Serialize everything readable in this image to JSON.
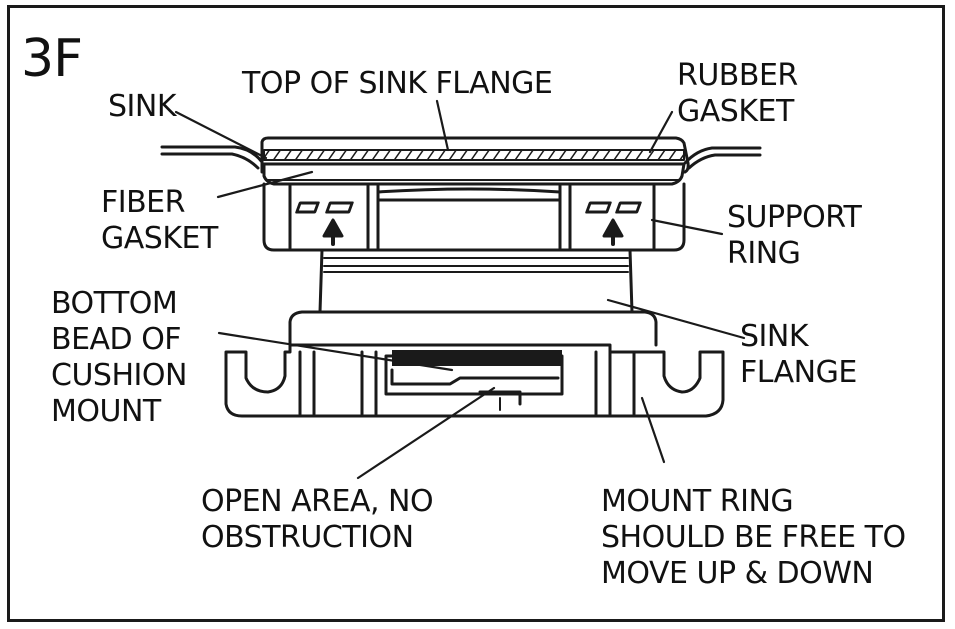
{
  "figure_id": "3F",
  "labels": {
    "sink": "SINK",
    "top_of_sink_flange": "TOP OF SINK FLANGE",
    "rubber_gasket": "RUBBER\nGASKET",
    "fiber_gasket": "FIBER\nGASKET",
    "support_ring": "SUPPORT\nRING",
    "bottom_bead": "BOTTOM\nBEAD OF\nCUSHION\nMOUNT",
    "sink_flange": "SINK\nFLANGE",
    "open_area": "OPEN AREA, NO\nOBSTRUCTION",
    "mount_ring": "MOUNT RING\nSHOULD BE FREE TO\nMOVE UP & DOWN"
  },
  "colors": {
    "ink": "#1a1a1a",
    "paper": "#ffffff"
  }
}
